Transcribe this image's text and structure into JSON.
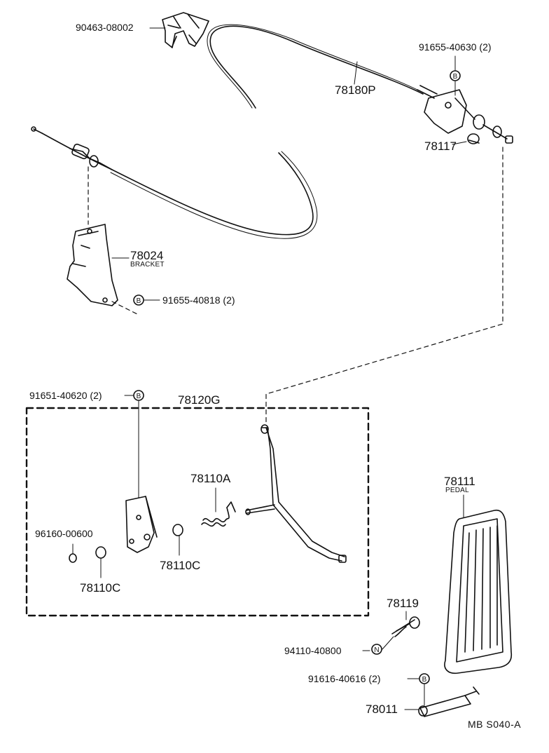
{
  "labels": {
    "clip": "90463-08002",
    "cable": "78180P",
    "bolt_top_right": "91655-40630 (2)",
    "part_78117": "78117",
    "bracket_num": "78024",
    "bracket_word": "BRACKET",
    "bolt_bracket": "91655-40818 (2)",
    "bolt_assembly": "91651-40620 (2)",
    "assembly": "78120G",
    "spring": "78110A",
    "washer": "96160-00600",
    "bushing_left": "78110C",
    "bushing_right": "78110C",
    "pedal_num": "78111",
    "pedal_word": "PEDAL",
    "stopper": "78119",
    "nut": "94110-40800",
    "bolt_bottom": "91616-40616 (2)",
    "part_78011": "78011",
    "drawing_code": "MB S040-A"
  },
  "symbols": {
    "b": "B",
    "n": "N"
  }
}
